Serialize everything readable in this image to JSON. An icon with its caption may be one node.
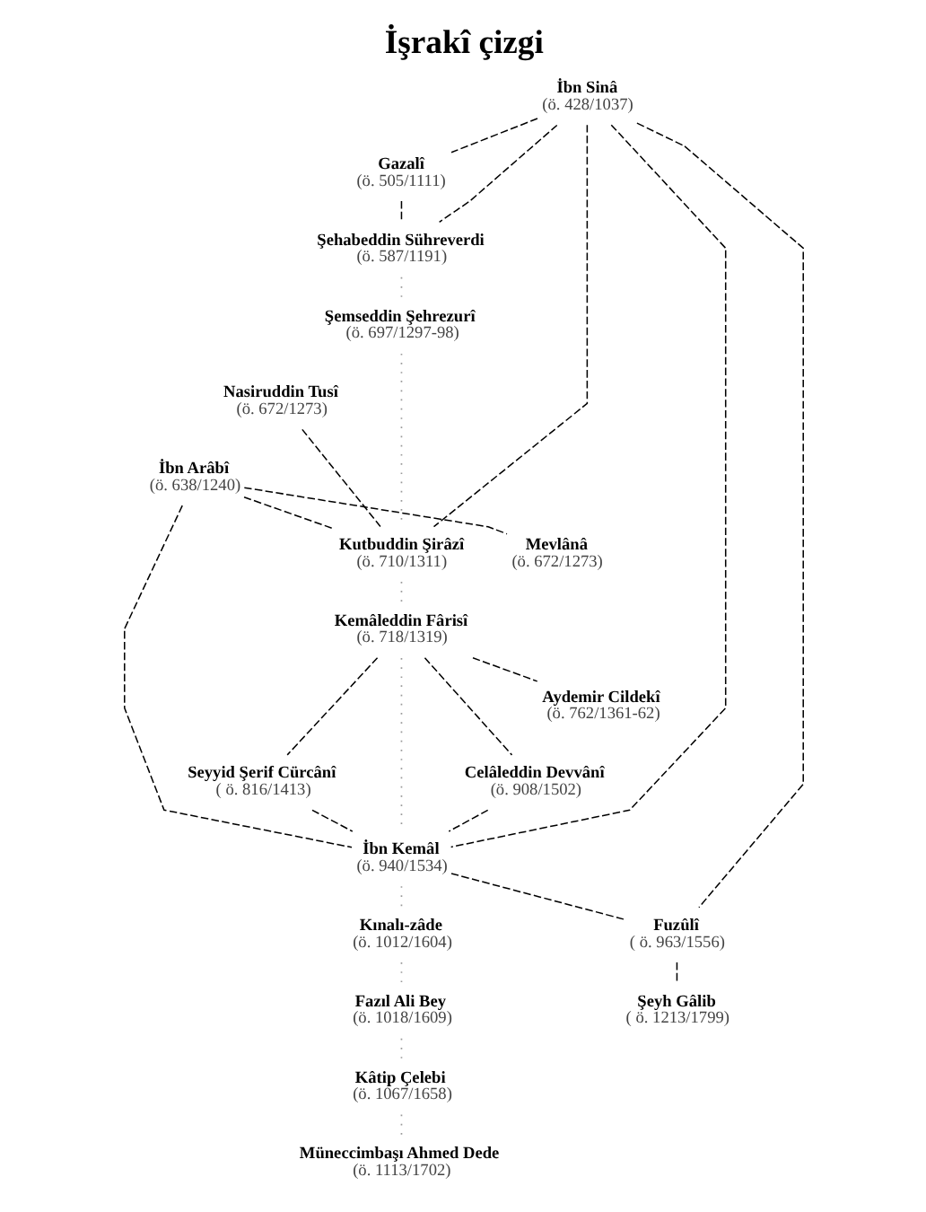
{
  "diagram": {
    "title": "İşrakî çizgi",
    "nodes": [
      {
        "text": [
          "İbn Sinâ",
          "(ö. 428/1037)"
        ]
      },
      {
        "text": [
          "Gazalî",
          "(ö. 505/1111)"
        ]
      },
      {
        "text": [
          "Şehabeddin Sühreverdi",
          "(ö. 587/1191)"
        ]
      },
      {
        "text": [
          "Şemseddin Şehrezurî",
          "(ö. 697/1297-98)"
        ]
      },
      {
        "text": [
          "Nasiruddin Tusî",
          "(ö. 672/1273)"
        ]
      },
      {
        "text": [
          "İbn Arâbî",
          "(ö. 638/1240)"
        ]
      },
      {
        "text": [
          "Mevlânâ",
          "(ö. 672/1273)"
        ]
      },
      {
        "text": [
          "Kutbuddin Şirâzî",
          "(ö. 710/1311)"
        ]
      },
      {
        "text": [
          "Kemâleddin Fârisî",
          "(ö. 718/1319)"
        ]
      },
      {
        "text": [
          "Aydemir Cildekî",
          "(ö. 762/1361-62)"
        ]
      },
      {
        "text": [
          "Seyyid Şerif Cürcânî",
          "( ö. 816/1413)"
        ]
      },
      {
        "text": [
          "Celâleddin Devvânî",
          "(ö. 908/1502)"
        ]
      },
      {
        "text": [
          "İbn Kemâl",
          "(ö. 940/1534)"
        ]
      },
      {
        "text": [
          "Fuzûlî",
          "( ö. 963/1556)"
        ]
      },
      {
        "text": [
          "Kınalı-zâde",
          "(ö. 1012/1604)"
        ]
      },
      {
        "text": [
          "Şeyh Gâlib",
          "( ö. 1213/1799)"
        ]
      },
      {
        "text": [
          "Fazıl Ali Bey",
          "(ö. 1018/1609)"
        ]
      },
      {
        "text": [
          "Kâtip Çelebi",
          "(ö. 1067/1658)"
        ]
      },
      {
        "text": [
          "Müneccimbaşı Ahmed Dede",
          "(ö. 1113/1702)"
        ]
      }
    ],
    "edges": [
      {
        "from": 0,
        "to": 1,
        "arrow": "none",
        "style": "dashed"
      },
      {
        "from": 1,
        "to": 2,
        "arrow": "none",
        "style": "dashed"
      },
      {
        "from": 0,
        "to": 2,
        "arrow": "none",
        "style": "dashed"
      },
      {
        "from": 0,
        "to": 7,
        "arrow": "none",
        "style": "dashed"
      },
      {
        "from": 0,
        "to": 12,
        "arrow": "none",
        "style": "dashed"
      },
      {
        "from": 0,
        "to": 13,
        "arrow": "none",
        "style": "dashed"
      },
      {
        "from": 2,
        "to": 3,
        "arrow": "none",
        "color": "#999999"
      },
      {
        "from": 3,
        "to": 7,
        "arrow": "none",
        "color": "#999999"
      },
      {
        "from": 4,
        "to": 7,
        "arrow": "none",
        "style": "dashed"
      },
      {
        "from": 5,
        "to": 12,
        "arrow": "none",
        "style": "dashed"
      },
      {
        "from": 5,
        "to": 7,
        "arrow": "none",
        "style": "dashed"
      },
      {
        "from": 5,
        "to": 6,
        "arrow": "none",
        "style": "dashed"
      },
      {
        "from": 7,
        "to": 8,
        "arrow": "none",
        "color": "#999999"
      },
      {
        "from": 8,
        "to": 10,
        "arrow": "none",
        "style": "dashed"
      },
      {
        "from": 8,
        "to": 12,
        "arrow": "none",
        "color": "#999999"
      },
      {
        "from": 8,
        "to": 9,
        "arrow": "none",
        "style": "dashed"
      },
      {
        "from": 8,
        "to": 11,
        "arrow": "none",
        "style": "dashed"
      },
      {
        "from": 10,
        "to": 12,
        "arrow": "none",
        "style": "dashed"
      },
      {
        "from": 11,
        "to": 12,
        "arrow": "none",
        "style": "dashed"
      },
      {
        "from": 12,
        "to": 14,
        "arrow": "none",
        "color": "#999999"
      },
      {
        "from": 12,
        "to": 13,
        "arrow": "none",
        "style": "dashed"
      },
      {
        "from": 13,
        "to": 15,
        "arrow": "none",
        "style": "dashed"
      },
      {
        "from": 14,
        "to": 16,
        "arrow": "none",
        "color": "#999999"
      },
      {
        "from": 16,
        "to": 17,
        "arrow": "none",
        "color": "#999999"
      },
      {
        "from": 17,
        "to": 18,
        "arrow": "none",
        "color": "#999999"
      }
    ]
  }
}
